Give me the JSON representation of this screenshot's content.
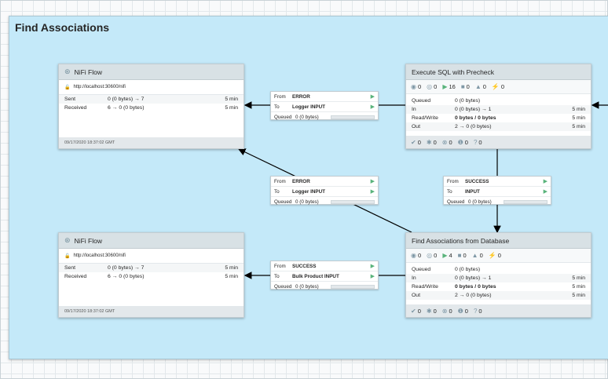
{
  "group": {
    "title": "Find Associations"
  },
  "flow1": {
    "title": "NiFi Flow",
    "url": "http://localhost:30600/nifi",
    "sent_label": "Sent",
    "sent_value": "0 (0 bytes) → 7",
    "sent_time": "5 min",
    "received_label": "Received",
    "received_value": "6 → 0 (0 bytes)",
    "received_time": "5 min",
    "timestamp": "09/17/2020 18:37:02 GMT"
  },
  "flow2": {
    "title": "NiFi Flow",
    "url": "http://localhost:30600/nifi",
    "sent_label": "Sent",
    "sent_value": "0 (0 bytes) → 7",
    "sent_time": "5 min",
    "received_label": "Received",
    "received_value": "6 → 0 (0 bytes)",
    "received_time": "5 min",
    "timestamp": "09/17/2020 18:37:02 GMT"
  },
  "proc1": {
    "title": "Execute SQL with Precheck",
    "stats": [
      "0",
      "0",
      "16",
      "0",
      "0",
      "0"
    ],
    "rows": [
      {
        "label": "Queued",
        "value": "0 (0 bytes)",
        "time": ""
      },
      {
        "label": "In",
        "value": "0 (0 bytes) → 1",
        "time": "5 min"
      },
      {
        "label": "Read/Write",
        "value": "0 bytes / 0 bytes",
        "time": "5 min"
      },
      {
        "label": "Out",
        "value": "2 → 0 (0 bytes)",
        "time": "5 min"
      }
    ],
    "bottom": [
      "0",
      "0",
      "0",
      "0",
      "0"
    ]
  },
  "proc2": {
    "title": "Find Associations from Database",
    "stats": [
      "0",
      "0",
      "4",
      "0",
      "0",
      "0"
    ],
    "rows": [
      {
        "label": "Queued",
        "value": "0 (0 bytes)",
        "time": ""
      },
      {
        "label": "In",
        "value": "0 (0 bytes) → 1",
        "time": "5 min"
      },
      {
        "label": "Read/Write",
        "value": "0 bytes / 0 bytes",
        "time": "5 min"
      },
      {
        "label": "Out",
        "value": "2 → 0 (0 bytes)",
        "time": "5 min"
      }
    ],
    "bottom": [
      "0",
      "0",
      "0",
      "0",
      "0"
    ]
  },
  "conn1": {
    "from_label": "From",
    "from": "ERROR",
    "to_label": "To",
    "to": "Logger INPUT",
    "queued_label": "Queued",
    "queued": "0 (0 bytes)"
  },
  "conn2": {
    "from_label": "From",
    "from": "ERROR",
    "to_label": "To",
    "to": "Logger INPUT",
    "queued_label": "Queued",
    "queued": "0 (0 bytes)"
  },
  "conn3": {
    "from_label": "From",
    "from": "SUCCESS",
    "to_label": "To",
    "to": "INPUT",
    "queued_label": "Queued",
    "queued": "0 (0 bytes)"
  },
  "conn4": {
    "from_label": "From",
    "from": "SUCCESS",
    "to_label": "To",
    "to": "Bulk Product INPUT",
    "queued_label": "Queued",
    "queued": "0 (0 bytes)"
  },
  "colors": {
    "group_bg": "#c4e9f9",
    "header_bg": "#d8e1e5",
    "accent_green": "#59b37b",
    "icon_gray": "#7f98a6"
  }
}
